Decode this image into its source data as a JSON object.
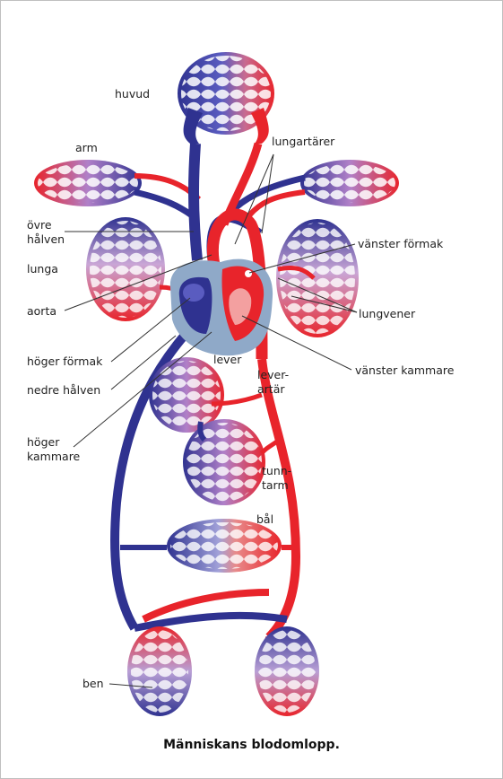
{
  "caption": "Människans blodomlopp.",
  "colors": {
    "arterial": "#e8242b",
    "venous": "#2f3290",
    "heart_shell": "#8fa9c8",
    "leader": "#333333"
  },
  "labels": {
    "huvud": "huvud",
    "arm": "arm",
    "lungartarer": "lungartärer",
    "ovre_halven_1": "övre",
    "ovre_halven_2": "hålven",
    "vanster_formak": "vänster förmak",
    "lunga": "lunga",
    "aorta": "aorta",
    "lungvener": "lungvener",
    "hoger_formak": "höger förmak",
    "lever": "lever",
    "lever_artar_1": "lever-",
    "lever_artar_2": "artär",
    "vanster_kammare": "vänster kammare",
    "nedre_halven": "nedre hålven",
    "hoger_kammare_1": "höger",
    "hoger_kammare_2": "kammare",
    "tunntarm_1": "tunn-",
    "tunntarm_2": "tarm",
    "bal": "bål",
    "ben": "ben"
  }
}
